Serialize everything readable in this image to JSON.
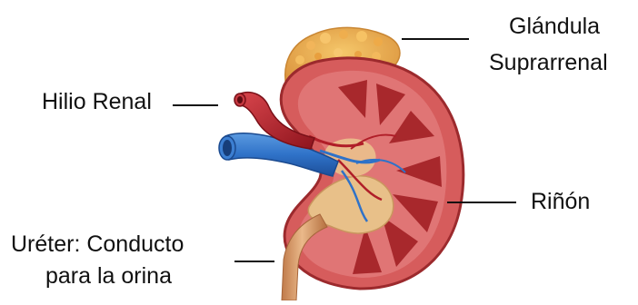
{
  "labels": {
    "glandula_line1": "Glándula",
    "glandula_line2": "Suprarrenal",
    "hilio": "Hilio Renal",
    "rinon": "Riñón",
    "ureter_line1": "Uréter: Conducto",
    "ureter_line2": "para la orina"
  },
  "colors": {
    "cortex": "#d65c5c",
    "medulla": "#a8282c",
    "vein": "#2f72c8",
    "artery": "#b01e28",
    "ureter": "#d9a070",
    "adrenal": "#e6a94f",
    "pelvis": "#e8c089",
    "text": "#111111"
  }
}
